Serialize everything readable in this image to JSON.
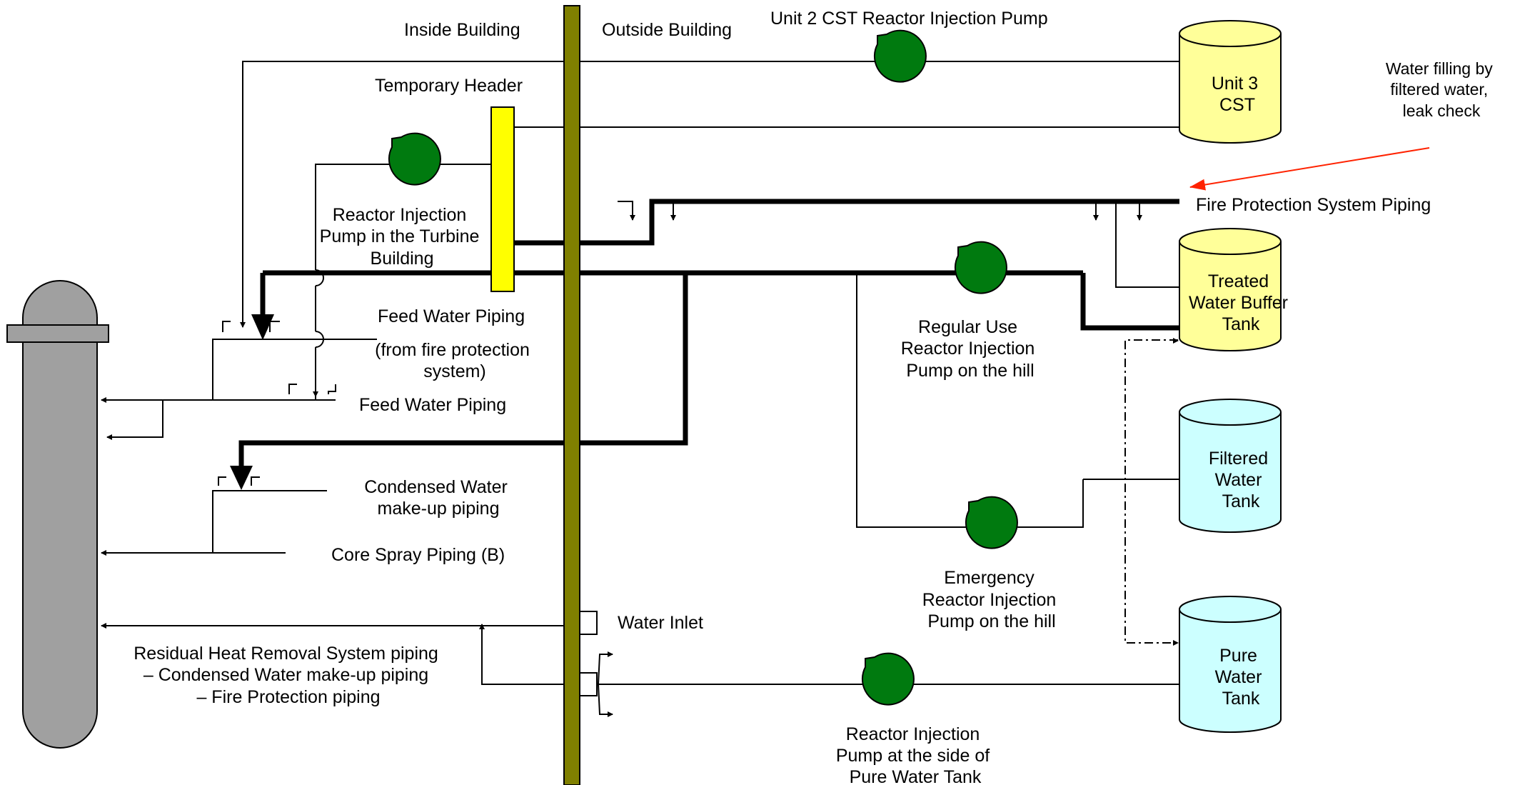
{
  "labels": {
    "inside_building": "Inside Building",
    "outside_building": "Outside Building",
    "unit2_pump": "Unit 2 CST Reactor Injection Pump",
    "temporary_header": "Temporary Header",
    "turbine_pump": [
      "Reactor Injection",
      "Pump in the Turbine",
      "Building"
    ],
    "feed_water_1": "Feed Water Piping",
    "from_fire_protection": [
      "(from fire protection",
      "system)"
    ],
    "feed_water_2": "Feed Water Piping",
    "condensed_water": [
      "Condensed Water",
      "make-up piping"
    ],
    "core_spray": "Core Spray Piping (B)",
    "water_inlet": "Water Inlet",
    "rhr": [
      "Residual Heat Removal System piping",
      "– Condensed Water make-up piping",
      "– Fire Protection piping"
    ],
    "regular_pump": [
      "Regular Use",
      "Reactor Injection",
      "Pump on the hill"
    ],
    "emergency_pump": [
      "Emergency",
      "Reactor Injection",
      "Pump on the hill"
    ],
    "pure_pump": [
      "Reactor Injection",
      "Pump at the side of",
      "Pure Water Tank"
    ],
    "fire_protection_piping": "Fire Protection System Piping",
    "water_filling_note": [
      "Water filling by",
      "filtered water,",
      "leak check"
    ]
  },
  "tanks": {
    "unit3_cst": [
      "Unit 3",
      "CST"
    ],
    "treated_buffer": [
      "Treated",
      "Water Buffer",
      "Tank"
    ],
    "filtered": [
      "Filtered",
      "Water",
      "Tank"
    ],
    "pure": [
      "Pure",
      "Water",
      "Tank"
    ]
  },
  "colors": {
    "pump": "#007A0F",
    "header": "#FFFF00",
    "wall": "#808000",
    "reactor": "#A0A0A0",
    "tank_yellow": "#FFFF99",
    "tank_cyan": "#CCFFFF",
    "note": "#FF2200",
    "pipe": "#000000"
  }
}
